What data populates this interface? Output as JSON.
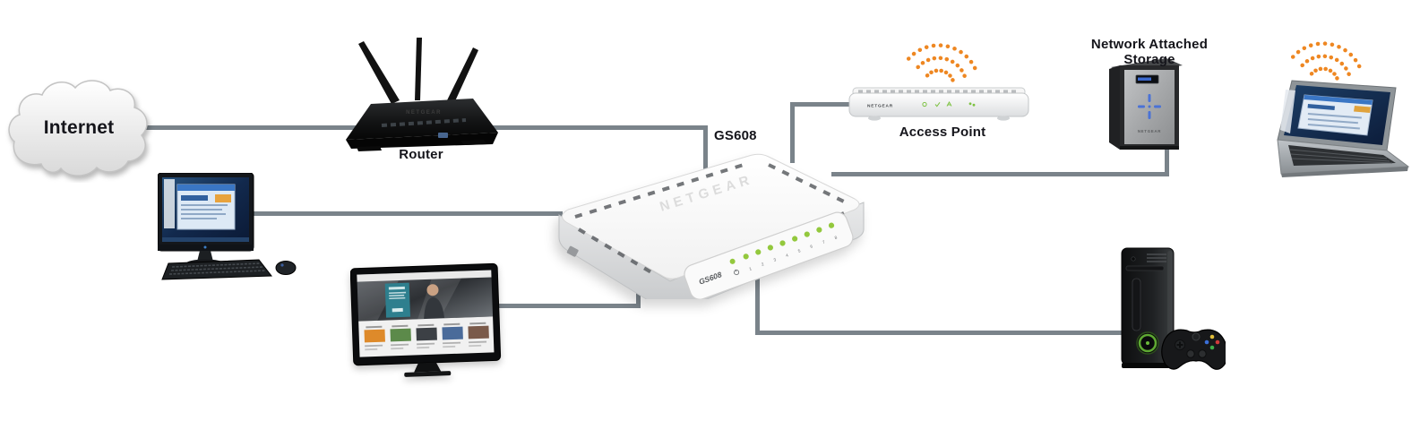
{
  "diagram": {
    "devices": {
      "internet_cloud": {
        "label": "Internet"
      },
      "router": {
        "label": "Router",
        "brand": "NETGEAR"
      },
      "desktop_computer": {
        "description": "wired desktop computer"
      },
      "tv": {
        "description": "wired smart tv"
      },
      "switch": {
        "label": "GS608",
        "front_model": "GS608",
        "brand": "NETGEAR",
        "port_numbers": [
          "1",
          "2",
          "3",
          "4",
          "5",
          "6",
          "7",
          "8"
        ]
      },
      "access_point": {
        "label": "Access Point",
        "brand": "NETGEAR"
      },
      "nas": {
        "label": "Network Attached Storage",
        "brand": "NETGEAR"
      },
      "wireless_laptop": {
        "description": "wireless laptop"
      },
      "game_console": {
        "description": "wired game console with controller"
      }
    },
    "colors": {
      "cable_gray": "#7a838a",
      "wifi_orange": "#ee8722",
      "led_green": "#93c83d",
      "label_text": "#15151b"
    }
  }
}
